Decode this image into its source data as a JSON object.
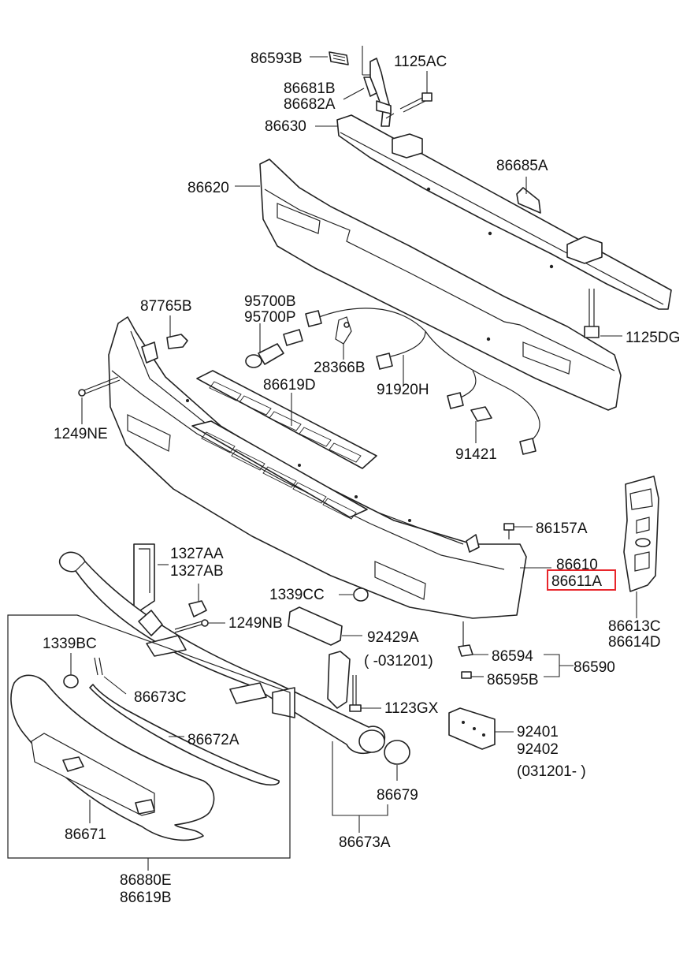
{
  "labels": {
    "p86593B": "86593B",
    "p1125AC": "1125AC",
    "p86681B": "86681B",
    "p86682A": "86682A",
    "p86630": "86630",
    "p86685A": "86685A",
    "p86620": "86620",
    "p1125DG": "1125DG",
    "p87765B": "87765B",
    "p95700B": "95700B",
    "p95700P": "95700P",
    "p28366B": "28366B",
    "p86619D": "86619D",
    "p91920H": "91920H",
    "p1249NE": "1249NE",
    "p91421": "91421",
    "p86157A": "86157A",
    "p86610": "86610",
    "p86611A": "86611A",
    "p86613C": "86613C",
    "p86614D": "86614D",
    "p1327AA": "1327AA",
    "p1327AB": "1327AB",
    "p1339CC": "1339CC",
    "p1249NB": "1249NB",
    "p92429A": "92429A",
    "note031201a": "( -031201)",
    "p86594": "86594",
    "p86595B": "86595B",
    "p86590": "86590",
    "p1339BC": "1339BC",
    "p86673C": "86673C",
    "p1123GX": "1123GX",
    "p92401": "92401",
    "p92402": "92402",
    "note031201b": "(031201- )",
    "p86672A": "86672A",
    "p86679": "86679",
    "p86671": "86671",
    "p86673A": "86673A",
    "p86880E": "86880E",
    "p86619B": "86619B"
  },
  "highlight": {
    "part": "86611A",
    "color": "#e8262b"
  }
}
